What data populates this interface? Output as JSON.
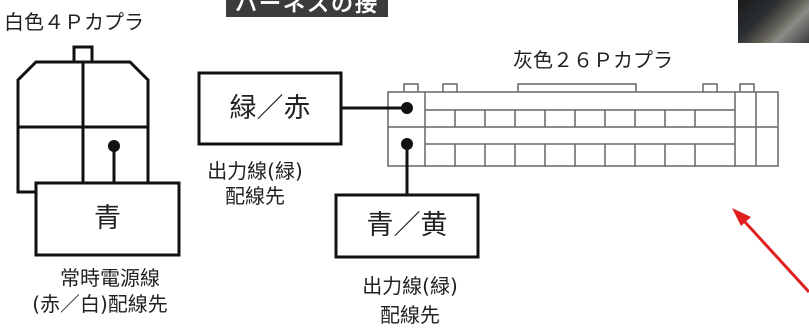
{
  "banner": {
    "text": "ハーネスの接続先"
  },
  "white_connector": {
    "title": "白色４Ｐカプラ"
  },
  "gray_connector": {
    "title": "灰色２６Ｐカプラ"
  },
  "box_green_red": {
    "text": "緑／赤"
  },
  "box_blue": {
    "text": "青"
  },
  "box_blue_yellow": {
    "text": "青／黄"
  },
  "caption_left_output": {
    "line1": "出力線(緑)",
    "line2": "配線先"
  },
  "caption_power": {
    "line1": "常時電源線",
    "line2": "(赤／白)配線先"
  },
  "caption_mid_output": {
    "line1": "出力線(緑)",
    "line2": "配線先"
  },
  "colors": {
    "banner_bg": "#3b3b3b",
    "line": "#111111",
    "connector_stroke": "#666666",
    "arrow": "#e02020"
  },
  "photo": {
    "icon": "engine-harness-photo"
  }
}
